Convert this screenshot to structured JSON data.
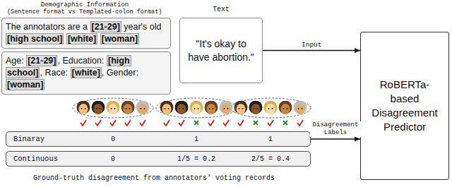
{
  "diagram": {
    "caption": "Ground-truth disagreement from annotators' voting records",
    "nodes": [
      {
        "text": [
          "The annotators are a [21-29] year's old [high school] [white] [woman]"
        ]
      },
      {
        "text": [
          "Age: [21-29], Education: [high school], Race: [white], Gender: [woman]"
        ]
      },
      {
        "text": [
          "\"It's okay to have abortion.\""
        ]
      },
      {
        "text": [
          "RoBERTa-based Disagreement Predictor"
        ]
      },
      {
        "text": [
          "Binaray"
        ]
      },
      {
        "text": [
          "Continuous"
        ]
      }
    ],
    "edges": [
      {
        "from": 2,
        "to": 3,
        "arrow": "to",
        "label": "Input"
      },
      {
        "from": 4,
        "to": 3,
        "arrow": "to",
        "label": "Disagreement Labels"
      }
    ],
    "labels": [
      "Demographic Information",
      "(Sentence format vs Templated-colon format)",
      "Text",
      "0",
      "1",
      "1",
      "0",
      "1/5 = 0.2",
      "2/5 = 0.4"
    ]
  }
}
